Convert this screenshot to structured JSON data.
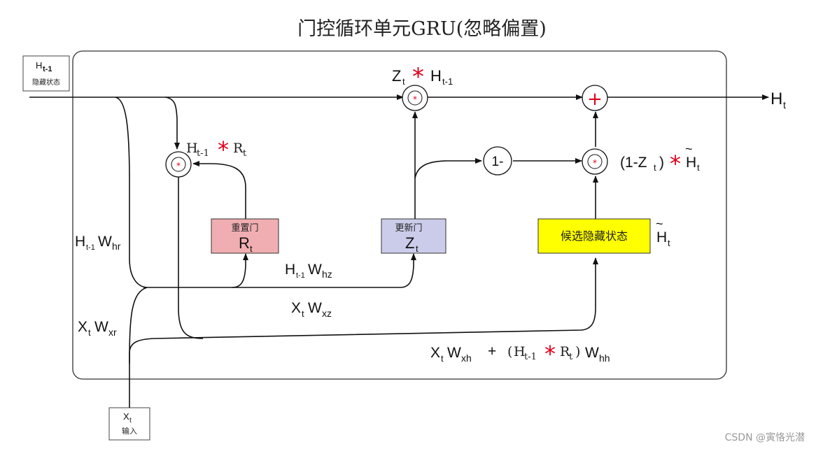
{
  "title": "门控循环单元GRU(忽略偏置)",
  "inputs": {
    "h_prev_box": {
      "symbol": "H",
      "sub": "t-1",
      "caption": "隐藏状态"
    },
    "x_box": {
      "symbol": "X",
      "sub": "t",
      "caption": "输入"
    }
  },
  "gates": {
    "reset": {
      "name": "重置门",
      "symbol": "R",
      "sub": "t",
      "color": "#f1aeb2"
    },
    "update": {
      "name": "更新门",
      "symbol": "Z",
      "sub": "t",
      "color": "#cbcbea"
    },
    "candidate": {
      "name": "候选隐藏状态",
      "color": "#ffff00"
    }
  },
  "operators": {
    "star": "*",
    "plus": "+",
    "one_minus": "1-"
  },
  "labels": {
    "output": {
      "symbol": "H",
      "sub": "t"
    },
    "zt": "Z",
    "zt_sub": "t",
    "ht1": "H",
    "ht1_sub": "t-1",
    "ht1_rt_h": "H",
    "ht1_rt_hsub": "t-1",
    "ht1_rt_r": "R",
    "ht1_rt_rsub": "t",
    "one_minus_z_open": "(1-Z",
    "one_minus_z_sub": "t",
    "one_minus_z_close": ")",
    "htilde": "H",
    "htilde_sub": "t",
    "tilde": "~",
    "h_whr": "H",
    "h_whr_sub": "t-1",
    "h_whr_w": "W",
    "h_whr_wsub": "hr",
    "h_whz": "H",
    "h_whz_sub": "t-1",
    "h_whz_w": "W",
    "h_whz_wsub": "hz",
    "x_wxz": "X",
    "x_wxz_sub": "t",
    "x_wxz_w": "W",
    "x_wxz_wsub": "xz",
    "x_wxr": "X",
    "x_wxr_sub": "t",
    "x_wxr_w": "W",
    "x_wxr_wsub": "xr",
    "x_wxh": "X",
    "x_wxh_sub": "t",
    "x_wxh_w": "W",
    "x_wxh_wsub": "xh",
    "plus_text": "+",
    "paren_open": "(",
    "paren_h": "H",
    "paren_hsub": "t-1",
    "paren_r": "R",
    "paren_rsub": "t",
    "paren_close": ")",
    "whh": "W",
    "whh_sub": "hh"
  },
  "watermark": "CSDN @寅恪光潜"
}
